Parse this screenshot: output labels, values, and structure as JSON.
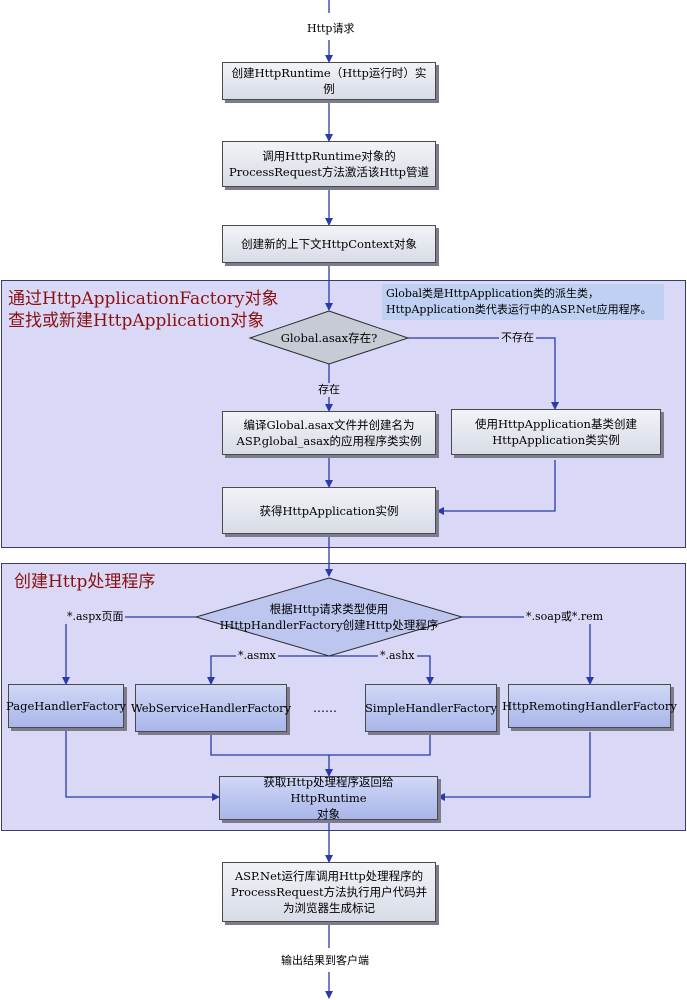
{
  "top_label": "Http请求",
  "bottom_label": "输出结果到客户端",
  "steps": {
    "create_runtime": "创建HttpRuntime（Http运行时）实例",
    "call_process": "调用HttpRuntime对象的\nProcessRequest方法激活该Http管道",
    "create_context": "创建新的上下文HttpContext对象"
  },
  "app_section": {
    "title": "通过HttpApplicationFactory对象\n查找或新建HttpApplication对象",
    "note": "Global类是HttpApplication类的派生类，\nHttpApplication类代表运行中的ASP.Net应用程序。",
    "decision": "Global.asax存在?",
    "yes_label": "存在",
    "no_label": "不存在",
    "compile_box": "编译Global.asax文件并创建名为\nASP.global_asax的应用程序类实例",
    "base_box": "使用HttpApplication基类创建\nHttpApplication类实例",
    "get_app_box": "获得HttpApplication实例"
  },
  "handler_section": {
    "title": "创建Http处理程序",
    "decision": "根据Http请求类型使用\nIHttpHandlerFactory创建Http处理程序",
    "label_aspx": "*.aspx页面",
    "label_soap": "*.soap或*.rem",
    "label_asmx": "*.asmx",
    "label_ashx": "*.ashx",
    "factories": [
      "PageHandlerFactory",
      "WebServiceHandlerFactory",
      "SimpleHandlerFactory",
      "HttpRemotingHandlerFactory"
    ],
    "ellipsis": "……",
    "return_box": "获取Http处理程序返回给HttpRuntime\n对象"
  },
  "final_step": "ASP.Net运行库调用Http处理程序的\nProcessRequest方法执行用户代码并\n为浏览器生成标记"
}
